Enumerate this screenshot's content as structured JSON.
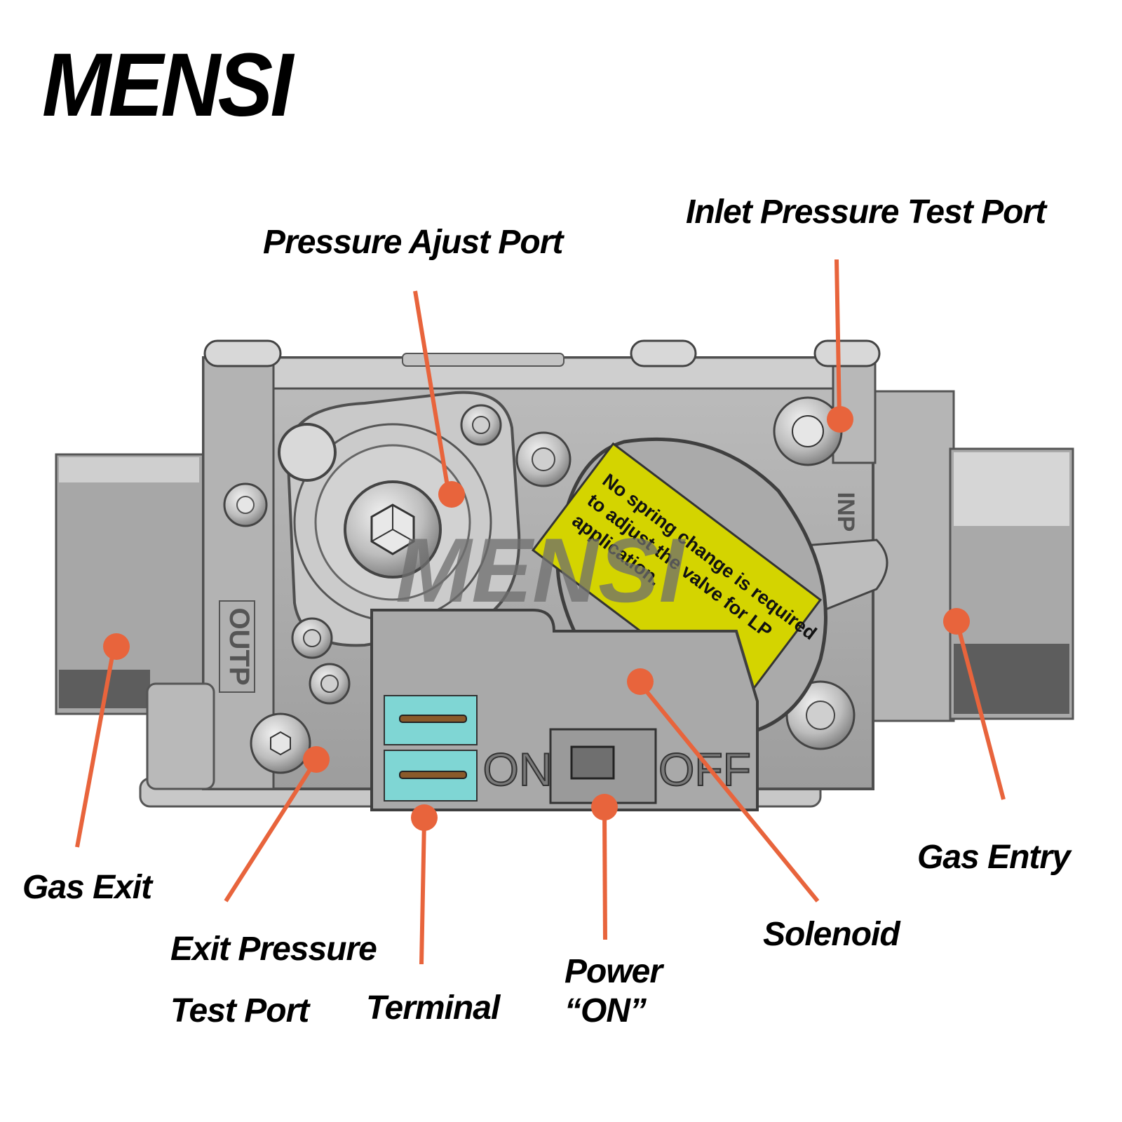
{
  "brand": "MENSI",
  "watermark": "MENSI",
  "colors": {
    "callout": "#e8643c",
    "body": "#a9a9a9",
    "terminal": "#7fd6d4",
    "label_bg": "#d4d400"
  },
  "warning_label": [
    "No spring change is required",
    "to adjust the valve for LP",
    "application."
  ],
  "device_markings": {
    "outlet": "OUTP",
    "inlet": "INP",
    "switch_on": "ON",
    "switch_off": "OFF"
  },
  "labels": {
    "pressure_adjust_port": "Pressure Ajust Port",
    "inlet_pressure_test_port": "Inlet Pressure Test Port",
    "gas_exit": "Gas Exit",
    "exit_pressure_line1": "Exit Pressure",
    "exit_pressure_line2": "Test Port",
    "terminal": "Terminal",
    "power_line1": "Power",
    "power_line2": "“ON”",
    "solenoid": "Solenoid",
    "gas_entry": "Gas Entry"
  }
}
